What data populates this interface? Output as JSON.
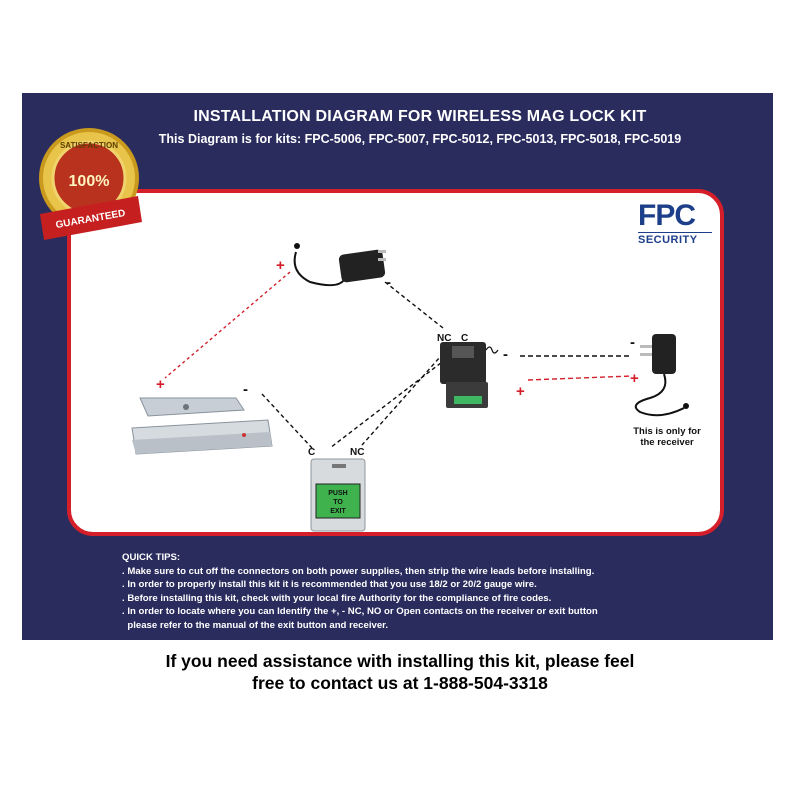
{
  "header": {
    "title": "INSTALLATION DIAGRAM FOR WIRELESS MAG LOCK KIT",
    "subtitle": "This Diagram is for kits: FPC-5006, FPC-5007, FPC-5012, FPC-5013, FPC-5018, FPC-5019"
  },
  "badge": {
    "top": "SATISFACTION",
    "center": "100%",
    "ribbon": "GUARANTEED"
  },
  "logo": {
    "brand": "FPC",
    "tagline": "SECURITY"
  },
  "diagram": {
    "plus": "+",
    "minus": "-",
    "receiver_nc": "NC",
    "receiver_c": "C",
    "exit_c": "C",
    "exit_nc": "NC",
    "exit_button_text": [
      "PUSH",
      "TO",
      "EXIT"
    ],
    "receiver_note": [
      "This is only for",
      "the receiver"
    ]
  },
  "tips": {
    "heading": "QUICK TIPS:",
    "items": [
      ". Make sure to cut off the connectors on both power supplies, then strip the wire leads before installing.",
      ". In order to properly install this kit it is recommended that you use 18/2 or 20/2 gauge wire.",
      ". Before installing this kit, check with your local fire Authority for the compliance of fire codes.",
      ". In order to locate where you can Identify the +, -  NC, NO or Open contacts on the receiver or exit button",
      "  please refer to the manual of the exit button and receiver."
    ]
  },
  "footer": {
    "line1": "If you need assistance with installing this kit, please feel",
    "line2": "free to contact us at 1-888-504-3318"
  },
  "colors": {
    "panel": "#2a2c5e",
    "border": "#d41f2b",
    "positive_wire": "#d41f2b",
    "negative_wire": "#111111"
  }
}
